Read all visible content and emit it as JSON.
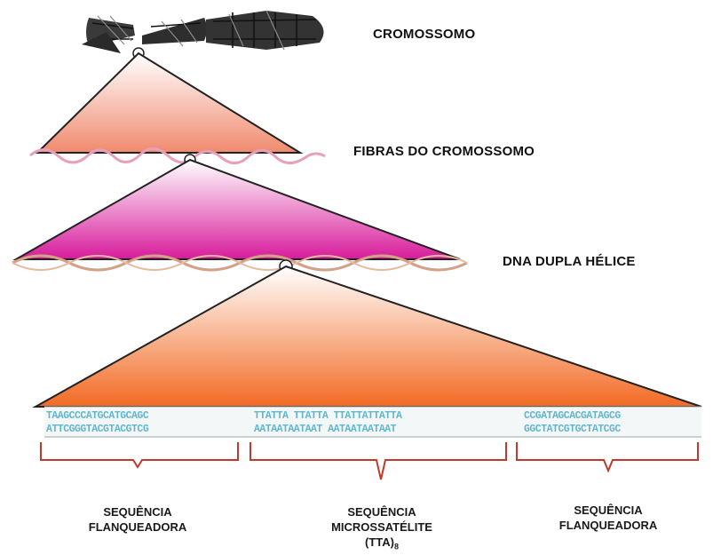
{
  "labels": {
    "chromosome": "CROMOSSOMO",
    "fibers": "FIBRAS DO CROMOSSOMO",
    "helix": "DNA DUPLA HÉLICE"
  },
  "sequence": {
    "top": {
      "flank_left": "TAAGCCCATGCATGCAGC",
      "repeat": "TTATTA TTATTA TTATTATTATTA",
      "flank_right": "CCGATAGCACGATAGCG"
    },
    "bottom": {
      "flank_left": "ATTCGGGTACGTACGTCG",
      "repeat": "AATAATAATAAT AATAATAATAAT",
      "flank_right": "GGCTATCGTGCTATCGC"
    }
  },
  "captions": {
    "left": [
      "SEQUÊNCIA",
      "FLANQUEADORA"
    ],
    "middle": [
      "SEQUÊNCIA",
      "MICROSSATÉLITE",
      "(TTA)"
    ],
    "middle_subscript": "8",
    "right": [
      "SEQUÊNCIA",
      "FLANQUEADORA"
    ]
  },
  "colors": {
    "triangle1": "#f08a6e",
    "triangle2": "#d81b9b",
    "triangle3": "#f26a24",
    "fiber": "#e8a0b8",
    "helix": "#d4a088",
    "bracket": "#c0392b",
    "dna_text": "#5fb7cf"
  }
}
